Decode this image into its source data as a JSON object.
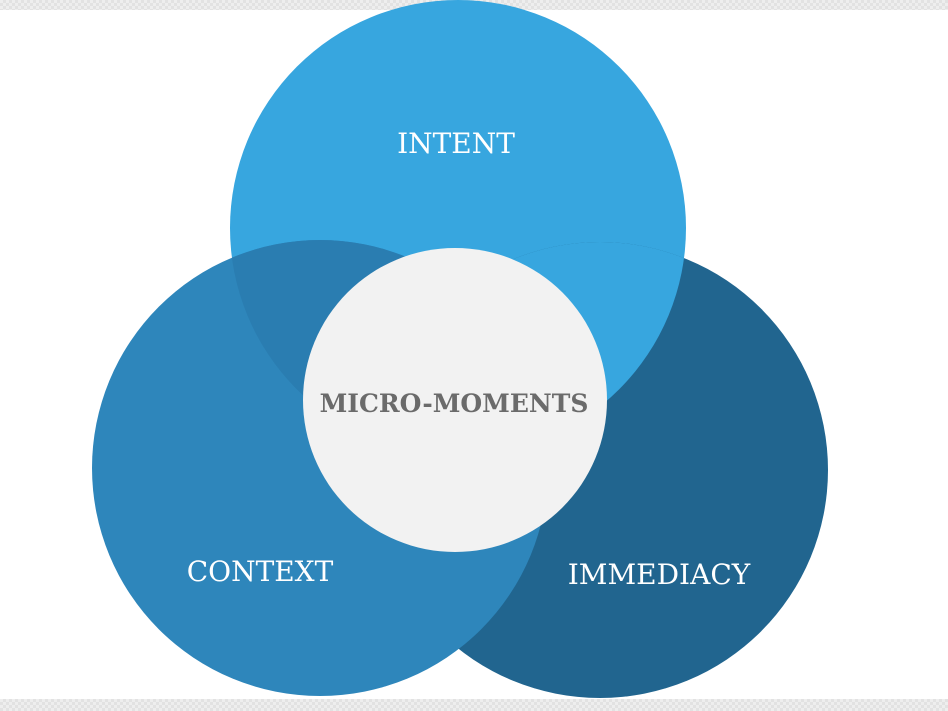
{
  "diagram": {
    "type": "venn",
    "circles": [
      {
        "id": "intent",
        "label": "INTENT",
        "color": "#37a6df"
      },
      {
        "id": "context",
        "label": "CONTEXT",
        "color": "#2e86bb"
      },
      {
        "id": "immediacy",
        "label": "IMMEDIACY",
        "color": "#21658f"
      }
    ],
    "center": {
      "label": "MICRO-MOMENTS",
      "color": "#f2f2f2",
      "text_color": "#6b6b6b"
    },
    "overlap_color": "#2a7db1"
  }
}
